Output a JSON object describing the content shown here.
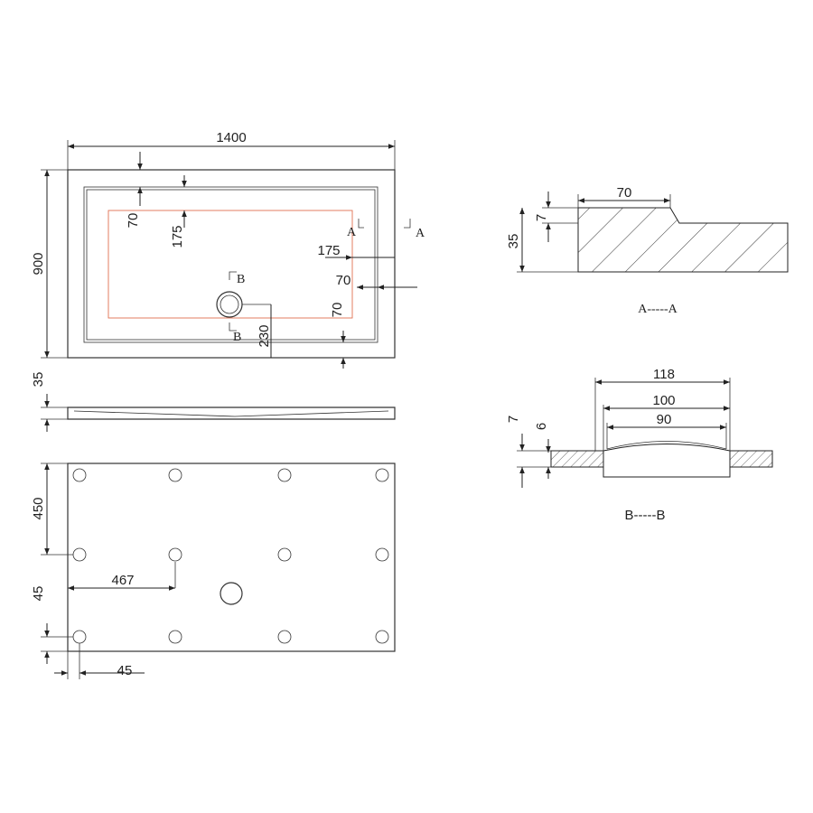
{
  "top_view": {
    "overall_width": "1400",
    "overall_depth": "900",
    "rim_width": "70",
    "inner_offset_top": "175",
    "inner_offset_side": "175",
    "rim_right": "70",
    "waste_offset": "230",
    "rim_bottom": "70",
    "section_a_left": "A",
    "section_a_right": "A",
    "section_b_top": "B",
    "section_b_bottom": "B"
  },
  "side_view": {
    "height": "35"
  },
  "underside_view": {
    "leg_spacing_y": "450",
    "leg_spacing_x": "467",
    "edge_offset_y": "45",
    "edge_offset_x": "45"
  },
  "section_aa": {
    "rim_width": "70",
    "step_height": "7",
    "total_height": "35",
    "caption": "A-----A"
  },
  "section_bb": {
    "outer_diameter": "118",
    "mid_diameter": "100",
    "inner_diameter": "90",
    "total_depth": "7",
    "inner_depth": "6",
    "caption": "B-----B"
  },
  "colors": {
    "line": "#222222",
    "guide": "#e07050",
    "background": "#ffffff"
  }
}
